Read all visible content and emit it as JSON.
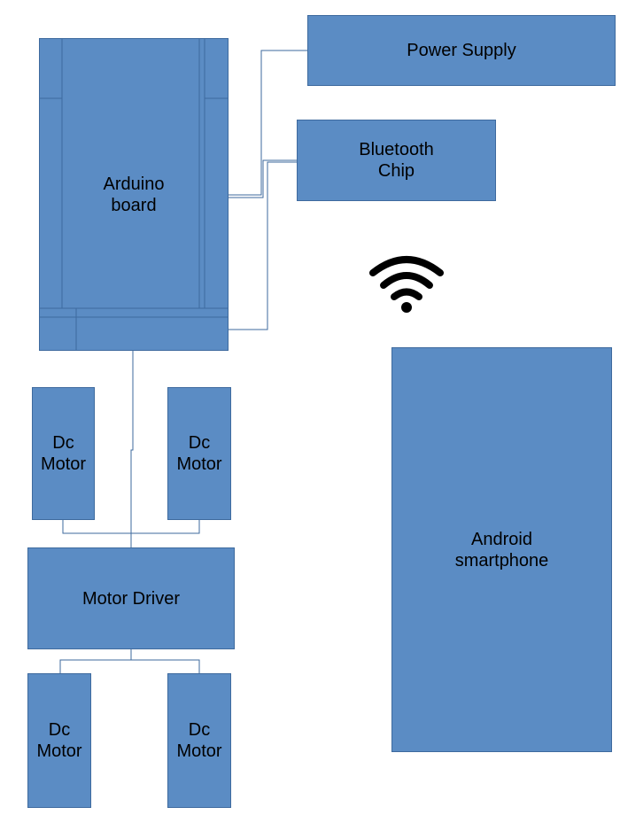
{
  "colors": {
    "block_fill": "#5b8cc4",
    "block_border": "#3e6a9e",
    "wire": "#3e6a9e",
    "icon": "#000000"
  },
  "blocks": {
    "arduino": {
      "label": "Arduino\nboard"
    },
    "power_supply": {
      "label": "Power Supply"
    },
    "bluetooth": {
      "label": "Bluetooth\nChip"
    },
    "motor_top_left": {
      "label": "Dc\nMotor"
    },
    "motor_top_right": {
      "label": "Dc\nMotor"
    },
    "motor_driver": {
      "label": "Motor Driver"
    },
    "motor_bottom_left": {
      "label": "Dc\nMotor"
    },
    "motor_bottom_right": {
      "label": "Dc\nMotor"
    },
    "android": {
      "label": "Android\nsmartphone"
    }
  },
  "icons": {
    "wireless": "wifi-icon"
  }
}
